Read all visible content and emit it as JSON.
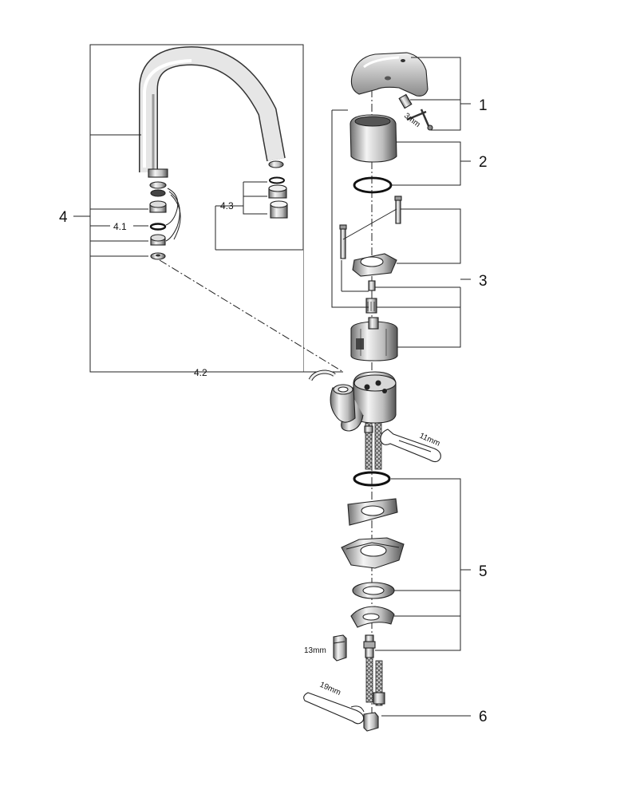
{
  "callouts": {
    "c1": "1",
    "c2": "2",
    "c3": "3",
    "c4": "4",
    "c41": "4.1",
    "c42": "4.2",
    "c43": "4.3",
    "c5": "5",
    "c6": "6"
  },
  "tools": {
    "hex_key": "3mm",
    "wrench_11": "11mm",
    "socket_13": "13mm",
    "wrench_19": "19mm"
  }
}
